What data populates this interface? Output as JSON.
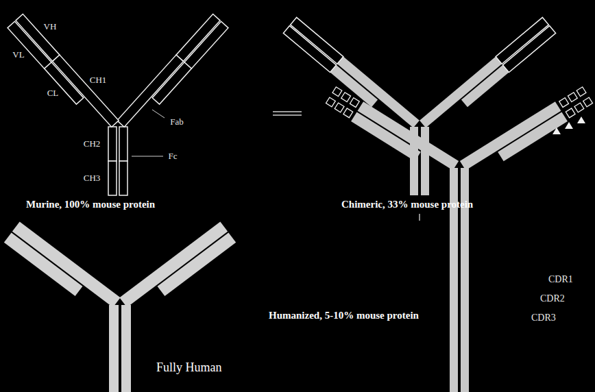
{
  "diagram": {
    "labels": [
      "VH",
      "CH1",
      "VL",
      "CL",
      "CH2",
      "CH3",
      "Fab",
      "Fc",
      "Murine, 100% mouse protein",
      "Chimeric, 33% mouse protein",
      "Humanized, 5-10% mouse protein",
      "CDR1",
      "CDR2",
      "CDR3",
      "Fully Human"
    ]
  }
}
